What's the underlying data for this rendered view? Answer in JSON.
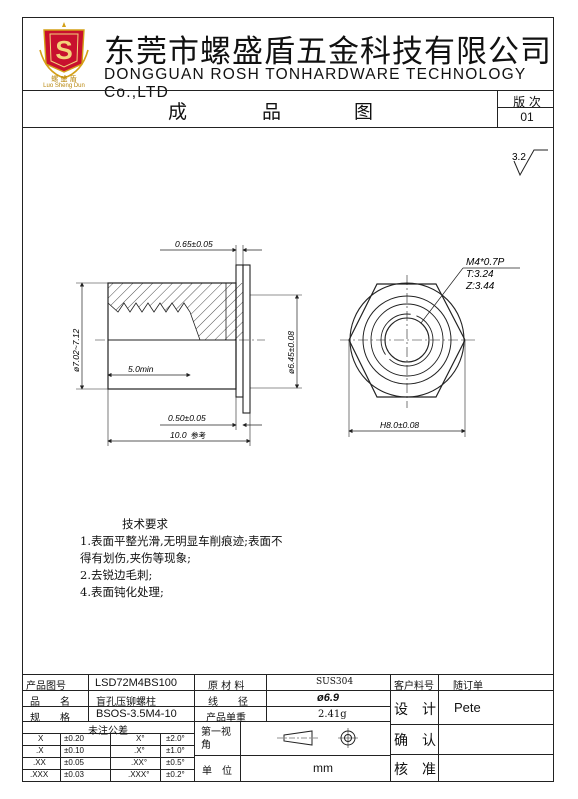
{
  "header": {
    "logo_mark": "S",
    "logo_cn": "螺 盛 盾",
    "logo_en": "Luo Sheng Dun",
    "company_cn": "东莞市螺盛盾五金科技有限公司",
    "company_en": "DONGGUAN ROSH TONHARDWARE TECHNOLOGY Co.,LTD",
    "drawing_title": [
      "成",
      "品",
      "图"
    ],
    "revision_label": "版 次",
    "revision_value": "01"
  },
  "drawing": {
    "roughness": "3.2",
    "dims": {
      "flange_thickness": "0.65±0.05",
      "thread_depth": "5.0min",
      "flange_gap": "0.50±0.05",
      "total_length": "10.0",
      "total_length_suffix": "参考",
      "body_diameter": "ø7.02~7.12",
      "bore_diameter": "ø6.45±0.08",
      "thread_spec": "M4*0.7P",
      "thread_t": "T:3.24",
      "thread_z": "Z:3.44",
      "hex_width": "H8.0±0.08"
    }
  },
  "notes": {
    "heading": "技术要求",
    "items": [
      "1.表面平整光滑,无明显车削痕迹;表面不",
      "得有划伤,夹伤等现象;",
      "2.去锐边毛刺;",
      "4.表面钝化处理;"
    ]
  },
  "title_block": {
    "product_no_label": "产品图号",
    "product_no_value": "LSD72M4BS100",
    "name_label": "品　　名",
    "name_value": "盲孔压铆螺柱",
    "spec_label": "规　　格",
    "spec_value": "BSOS-3.5M4-10",
    "material_label": "原 材 料",
    "material_value": "SUS304",
    "wire_label": "线　　径",
    "wire_value": "ø6.9",
    "weight_label": "产品单重",
    "weight_value": "2.41g",
    "customer_label": "客户料号",
    "order_label": "随订单",
    "design_label": "设　计",
    "design_value": "Pete",
    "confirm_label": "确　认",
    "review_label": "核　准",
    "tolerance_header": "未注公差",
    "tolerances": [
      [
        "X",
        "±0.20",
        "X°",
        "±2.0°"
      ],
      [
        ".X",
        "±0.10",
        ".X°",
        "±1.0°"
      ],
      [
        ".XX",
        "±0.05",
        ".XX°",
        "±0.5°"
      ],
      [
        ".XXX",
        "±0.03",
        ".XXX°",
        "±0.2°"
      ]
    ],
    "angle_label": "第一视角",
    "unit_label": "单　位",
    "unit_value": "mm"
  }
}
